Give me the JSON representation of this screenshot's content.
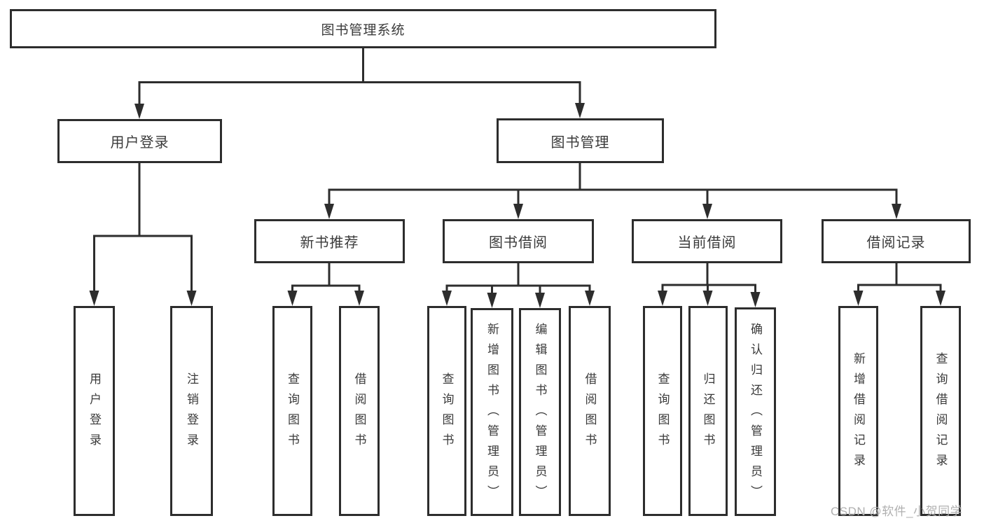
{
  "diagram": {
    "title": "图书管理系统",
    "level1": {
      "user": {
        "label": "用户登录",
        "children": [
          "用户登录",
          "注销登录"
        ]
      },
      "books": {
        "label": "图书管理"
      }
    },
    "level2": [
      {
        "label": "新书推荐",
        "children": [
          "查询图书",
          "借阅图书"
        ]
      },
      {
        "label": "图书借阅",
        "children": [
          "查询图书",
          "新增图书（管理员）",
          "编辑图书（管理员）",
          "借阅图书"
        ]
      },
      {
        "label": "当前借阅",
        "children": [
          "查询图书",
          "归还图书",
          "确认归还（管理员）"
        ]
      },
      {
        "label": "借阅记录",
        "children": [
          "新增借阅记录",
          "查询借阅记录"
        ]
      }
    ],
    "watermark": "CSDN @软件_小贺同学",
    "colors": {
      "line": "#2d2d2d",
      "box_border": "#2d2d2d",
      "text": "#3a3a3a",
      "watermark": "#b0b0b0",
      "background": "#ffffff"
    }
  }
}
